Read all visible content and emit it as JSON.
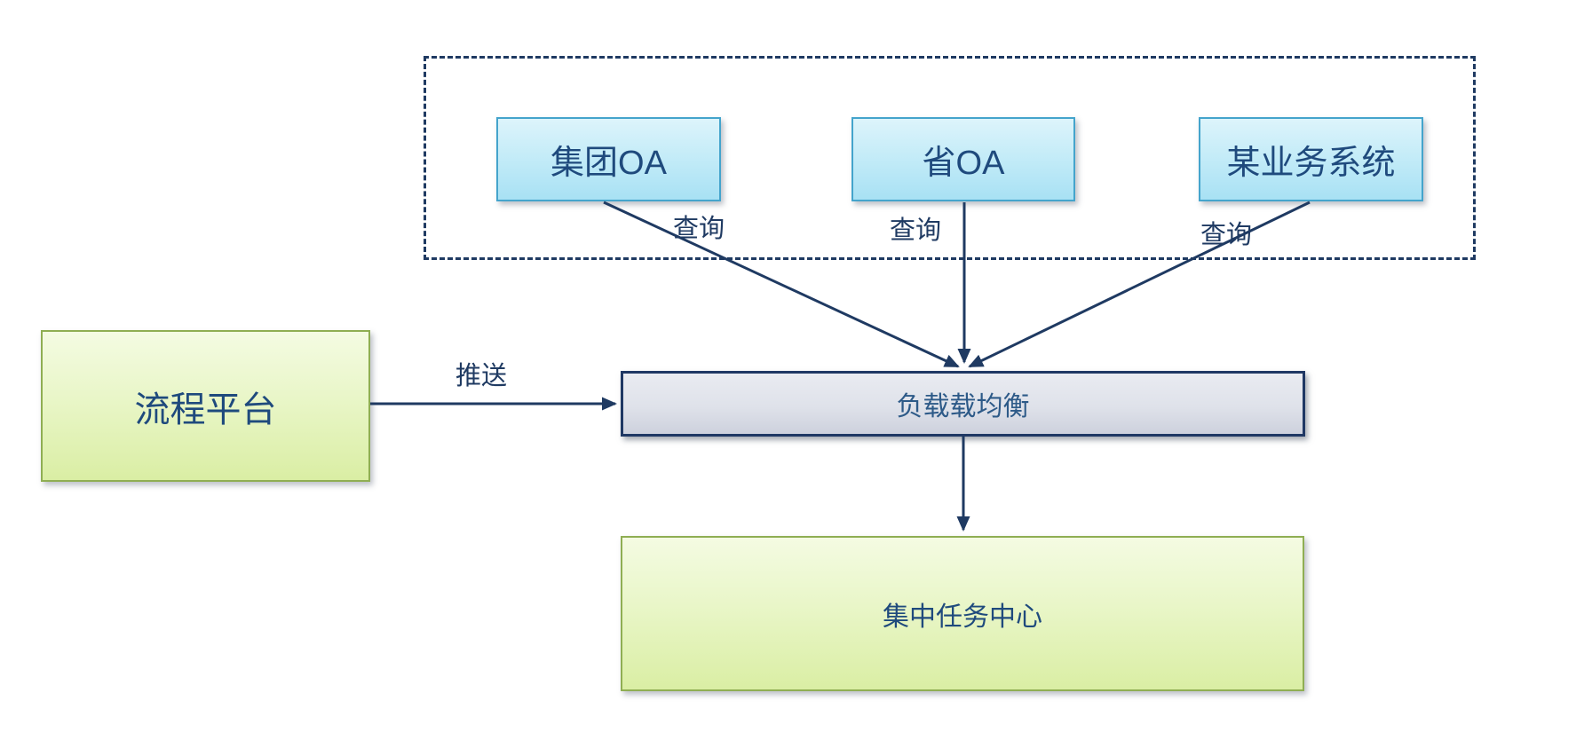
{
  "nodes": {
    "group_oa": {
      "label": "集团OA"
    },
    "province_oa": {
      "label": "省OA"
    },
    "business_system": {
      "label": "某业务系统"
    },
    "process_platform": {
      "label": "流程平台"
    },
    "load_balancer": {
      "label": "负载载均衡"
    },
    "task_center": {
      "label": "集中任务中心"
    }
  },
  "edges": {
    "query_from_group_oa": {
      "label": "查询"
    },
    "query_from_province_oa": {
      "label": "查询"
    },
    "query_from_business_system": {
      "label": "查询"
    },
    "push_from_process_platform": {
      "label": "推送"
    }
  },
  "colors": {
    "background": "#ffffff",
    "connector": "#1f3a62",
    "cyan_node_border": "#44a4cc",
    "cyan_node_gradient_top": "#ddf4fb",
    "cyan_node_gradient_bottom": "#a8e1f4",
    "green_node_border": "#8fae53",
    "green_node_gradient_top": "#f4fbe2",
    "green_node_gradient_bottom": "#daeea4",
    "bar_border": "#1f3864",
    "bar_gradient_top": "#e9ebf1",
    "bar_gradient_bottom": "#cdd1dd",
    "node_text": "#1f4a7d",
    "bar_text": "#2d5a88"
  }
}
